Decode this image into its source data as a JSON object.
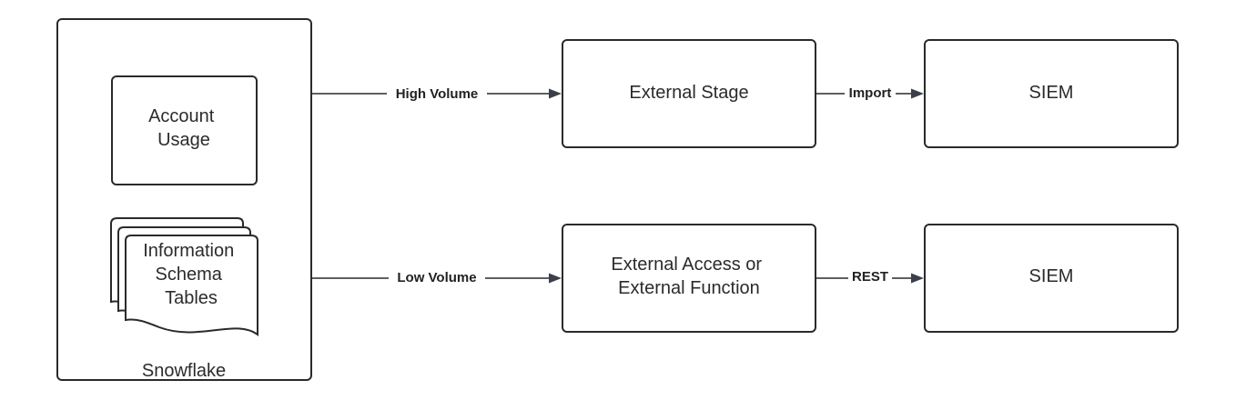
{
  "nodes": {
    "snowflake": {
      "label": "Snowflake"
    },
    "account_usage": {
      "lines": [
        "Account",
        "Usage"
      ]
    },
    "information_schema": {
      "lines": [
        "Information",
        "Schema",
        "Tables"
      ]
    },
    "external_stage": {
      "label": "External Stage"
    },
    "external_access": {
      "lines": [
        "External Access or",
        "External Function"
      ]
    },
    "siem_top": {
      "label": "SIEM"
    },
    "siem_bottom": {
      "label": "SIEM"
    }
  },
  "edges": {
    "high_volume": {
      "label": "High Volume"
    },
    "import": {
      "label": "Import"
    },
    "low_volume": {
      "label": "Low Volume"
    },
    "rest": {
      "label": "REST"
    }
  },
  "colors": {
    "stroke": "#2a2a2a",
    "arrowhead": "#3a3f4a",
    "text": "#2b2b2b",
    "background": "#ffffff"
  }
}
